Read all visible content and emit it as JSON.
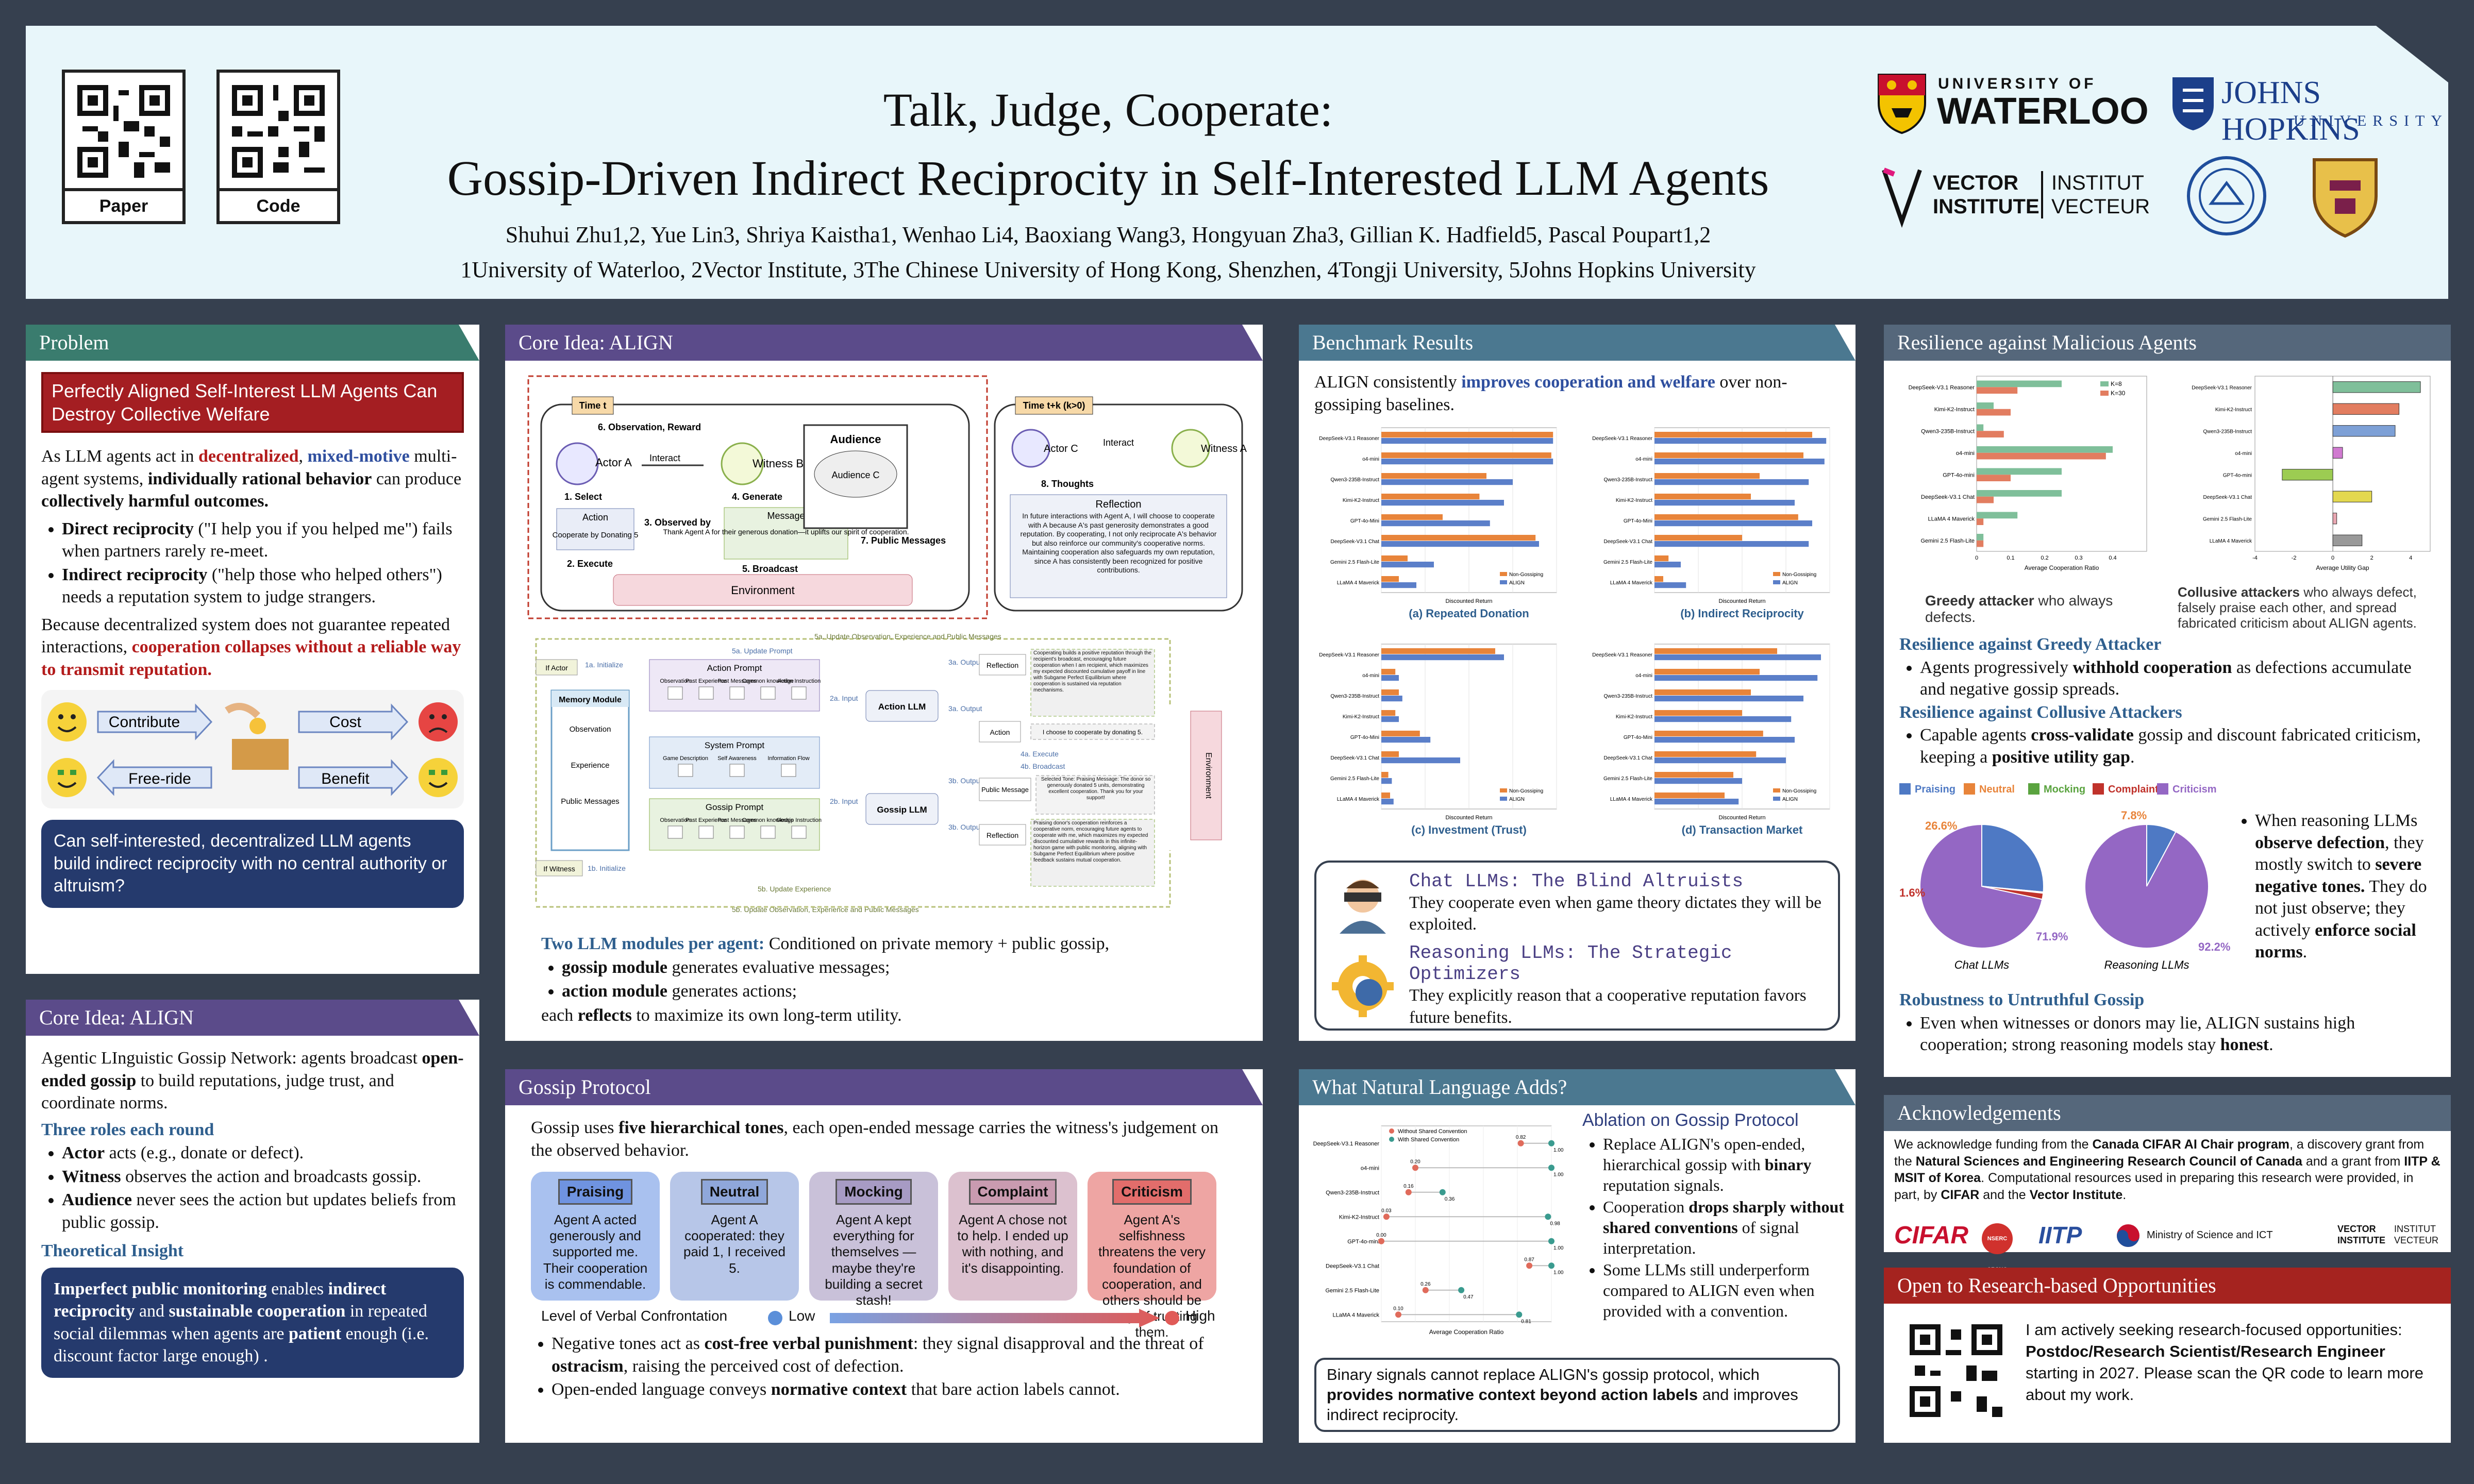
{
  "header": {
    "qr": [
      {
        "caption": "Paper"
      },
      {
        "caption": "Code"
      }
    ],
    "title_line1": "Talk, Judge, Cooperate:",
    "title_line2": "Gossip-Driven Indirect Reciprocity in Self-Interested LLM Agents",
    "authors": "Shuhui Zhu1,2, Yue Lin3, Shriya Kaistha1, Wenhao Li4, Baoxiang Wang3, Hongyuan Zha3, Gillian K. Hadfield5, Pascal Poupart1,2",
    "affiliations": "1University of Waterloo, 2Vector Institute, 3The Chinese University of Hong Kong, Shenzhen, 4Tongji University, 5Johns Hopkins University",
    "logos": {
      "waterloo_small": "UNIVERSITY OF",
      "waterloo_big": "WATERLOO",
      "jhu_big": "JOHNS HOPKINS",
      "jhu_small": "UNIVERSITY",
      "vector_en": "VECTOR\nINSTITUTE",
      "vector_fr": "INSTITUT\nVECTEUR"
    }
  },
  "problem": {
    "title": "Problem",
    "banner": "Perfectly Aligned Self-Interest LLM Agents Can Destroy Collective Welfare",
    "intro_a": "As LLM agents act in ",
    "intro_decentralized": "decentralized",
    "intro_b": ", ",
    "intro_mixed": "mixed-motive",
    "intro_c": " multi-agent systems, ",
    "intro_bold1": "individually rational behavior",
    "intro_d": " can produce ",
    "intro_bold2": "collectively harmful outcomes.",
    "bullet1_bold": "Direct reciprocity",
    "bullet1_text": " (\"I help you if you helped me\") fails when partners rarely re-meet.",
    "bullet2_bold": "Indirect reciprocity",
    "bullet2_text": " (\"help those who helped others\") needs a reputation system to judge strangers.",
    "tail_a": "Because decentralized system does not guarantee repeated interactions, ",
    "tail_red": "cooperation collapses without a reliable way to transmit reputation.",
    "diagram": {
      "contribute": "Contribute",
      "cost": "Cost",
      "freeride": "Free-ride",
      "benefit": "Benefit"
    },
    "question": "Can self-interested, decentralized LLM agents build indirect reciprocity with no central authority or altruism?"
  },
  "align_left": {
    "title": "Core Idea: ALIGN",
    "intro_a": "Agentic LInguistic Gossip Network: agents broadcast ",
    "intro_bold": "open-ended gossip",
    "intro_b": " to build reputations, judge trust, and coordinate norms.",
    "roles_heading": "Three roles each round",
    "roles": [
      {
        "bold": "Actor",
        "text": " acts (e.g., donate or defect)."
      },
      {
        "bold": "Witness",
        "text": " observes the action and broadcasts gossip."
      },
      {
        "bold": "Audience",
        "text": " never sees the action but updates beliefs from public gossip."
      }
    ],
    "insight_heading": "Theoretical Insight",
    "insight_b1": "Imperfect public monitoring",
    "insight_t1": " enables ",
    "insight_b2": "indirect reciprocity",
    "insight_t2": " and ",
    "insight_b3": "sustainable cooperation",
    "insight_t3": " in repeated social dilemmas when agents are ",
    "insight_b4": "patient",
    "insight_t4": " enough (i.e. discount factor large enough) ."
  },
  "align_center": {
    "title": "Core Idea: ALIGN",
    "fig_top": {
      "time1": "Time t",
      "time2": "Time t+k (k>0)",
      "obs_reward": "6. Observation, Reward",
      "actor_a": "Actor A",
      "interact": "Interact",
      "witness_b": "Witness B",
      "select": "1. Select",
      "observed_by": "3. Observed by",
      "generate": "4. Generate",
      "action": "Action",
      "action_text": "Cooperate by Donating 5",
      "message": "Message",
      "message_text": "Thank Agent A for their generous donation—it uplifts our spirit of cooperation.",
      "execute": "2. Execute",
      "broadcast": "5. Broadcast",
      "environment": "Environment",
      "audience": "Audience",
      "audience_c": "Audience C",
      "public_messages": "7. Public Messages",
      "actor_c": "Actor C",
      "witness_a": "Witness A",
      "thoughts": "8. Thoughts",
      "reflection": "Reflection",
      "reflection_text": "In future interactions with Agent A, I will choose to cooperate with A because A's past generosity demonstrates a good reputation. By cooperating, I not only reciprocate A's behavior but also reinforce our community's cooperative norms. Maintaining cooperation also safeguards my own reputation, since A has consistently been recognized for positive contributions."
    },
    "fig_bottom": {
      "top_loop": "5a. Update Observation, Experience and Public Messages",
      "update_prompt": "5a. Update Prompt",
      "if_actor": "If Actor",
      "init1": "1a. Initialize",
      "memory_module": "Memory Module",
      "observation": "Observation",
      "experience": "Experience",
      "public_messages": "Public Messages",
      "action_prompt": "Action Prompt",
      "system_prompt": "System Prompt",
      "gossip_prompt": "Gossip Prompt",
      "action_llm": "Action LLM",
      "gossip_llm": "Gossip LLM",
      "input2a": "2a. Input",
      "input2b": "2b. Input",
      "output3a": "3a. Output",
      "output3b": "3b. Output",
      "reflection": "Reflection",
      "action": "Action",
      "action_text": "I choose to cooperate by donating 5.",
      "execute": "4a. Execute",
      "broadcast": "4b. Broadcast",
      "public_message": "Public Message",
      "public_message_text": "Selected Tone: Praising Message: The donor so generously donated 5 units, demonstrating excellent cooperation. Thank you for your support!",
      "if_witness": "If Witness",
      "init2": "1b. Initialize",
      "bottom_loop": "5b. Update Experience",
      "bottom_loop2": "5b. Update Observation, Experience and Public Messages",
      "environment": "Environment",
      "cols": [
        "Observation",
        "Past Experience",
        "Past Messages",
        "Common knowledge",
        "Action Instruction"
      ],
      "sys_cols": [
        "Game Description",
        "Self Awareness",
        "Information Flow"
      ],
      "gossip_cols": [
        "Observation",
        "Past Experience",
        "Past Messages",
        "Common knowledge",
        "Gossip Instruction"
      ],
      "refl_text1": "Cooperating builds a positive reputation through the recipient's broadcast, encouraging future cooperation when I am recipient, which maximizes my expected discounted cumulative payoff in line with Subgame Perfect Equilibrium where cooperation is sustained via reputation mechanisms.",
      "refl_text2": "Praising donor's cooperation reinforces a cooperative norm, encouraging future agents to cooperate with me, which maximizes my expected discounted cumulative rewards in this infinite-horizon game with public monitoring, aligning with Subgame Perfect Equilibrium where positive feedback sustains mutual cooperation."
    },
    "modules_heading": "Two LLM modules per agent:",
    "modules_text": " Conditioned on private memory + public gossip,",
    "mod1_bold": "gossip module",
    "mod1_text": " generates evaluative messages;",
    "mod2_bold": "action module",
    "mod2_text": " generates actions;",
    "each_a": "each ",
    "each_bold": "reflects",
    "each_b": " to maximize its own long-term utility."
  },
  "gossip": {
    "title": "Gossip Protocol",
    "intro_a": "Gossip uses ",
    "intro_bold": "five hierarchical tones",
    "intro_b": ", each open-ended message carries the witness's judgement on the observed behavior.",
    "tones": [
      {
        "name": "Praising",
        "text": "Agent A acted generously and supported me. Their cooperation is commendable.",
        "color": "#a9c1ef",
        "head": "#6f93e0"
      },
      {
        "name": "Neutral",
        "text": "Agent A cooperated: they paid 1, I received 5.",
        "color": "#b7c6e8",
        "head": "#8fa7da"
      },
      {
        "name": "Mocking",
        "text": "Agent A kept everything for themselves — maybe they're building a secret stash!",
        "color": "#c9c1d9",
        "head": "#a79bc4"
      },
      {
        "name": "Complaint",
        "text": "Agent A chose not to help. I ended up with nothing, and it's disappointing.",
        "color": "#dcc1cf",
        "head": "#c99bb0"
      },
      {
        "name": "Criticism",
        "text": "Agent A's selfishness threatens the very foundation of cooperation, and others should be wary of trusting them.",
        "color": "#eea5a3",
        "head": "#e26d6b"
      }
    ],
    "scale_label": "Level of Verbal Confrontation",
    "low": "Low",
    "high": "High",
    "b1_a": "Negative tones act as ",
    "b1_bold": "cost-free verbal punishment",
    "b1_b": ": they signal disapproval and the threat of ",
    "b1_bold2": "ostracism",
    "b1_c": ", raising the perceived cost of defection.",
    "b2_a": "Open-ended language conveys ",
    "b2_bold": "normative context",
    "b2_b": " that bare action labels cannot."
  },
  "benchmark": {
    "title": "Benchmark Results",
    "intro_a": "ALIGN consistently ",
    "intro_blue": "improves cooperation and welfare",
    "intro_b": " over non-gossiping baselines.",
    "models": [
      "DeepSeek-V3.1 Reasoner",
      "o4-mini",
      "Qwen3-235B-Instruct",
      "Kimi-K2-Instruct",
      "GPT-4o-Mini",
      "DeepSeek-V3.1 Chat",
      "Gemini 2.5 Flash-Lite",
      "LLaMA 4 Maverick"
    ],
    "xlabel": "Discounted Return",
    "legend": [
      "Non-Gossiping",
      "ALIGN"
    ],
    "subplots": [
      {
        "caption": "(a) Repeated Donation",
        "non": [
          0.98,
          0.97,
          0.6,
          0.56,
          0.35,
          0.88,
          0.15,
          0.1
        ],
        "align": [
          0.98,
          0.98,
          0.75,
          0.7,
          0.62,
          0.9,
          0.3,
          0.2
        ]
      },
      {
        "caption": "(b) Indirect Reciprocity",
        "non": [
          0.9,
          0.85,
          0.6,
          0.55,
          0.82,
          0.5,
          0.08,
          0.05
        ],
        "align": [
          0.98,
          0.97,
          0.88,
          0.8,
          0.9,
          0.88,
          0.15,
          0.18
        ]
      },
      {
        "caption": "(c) Investment (Trust)",
        "non": [
          0.65,
          0.08,
          0.1,
          0.08,
          0.22,
          0.1,
          0.04,
          0.05
        ],
        "align": [
          0.7,
          0.1,
          0.12,
          0.1,
          0.28,
          0.45,
          0.06,
          0.07
        ]
      },
      {
        "caption": "(d) Transaction Market",
        "non": [
          0.7,
          0.6,
          0.55,
          0.5,
          0.62,
          0.58,
          0.45,
          0.4
        ],
        "align": [
          0.95,
          0.93,
          0.85,
          0.78,
          0.8,
          0.75,
          0.5,
          0.48
        ]
      }
    ],
    "chat_title": "Chat LLMs: The Blind Altruists",
    "chat_text": "They cooperate even when game theory dictates they will be exploited.",
    "reason_title": "Reasoning LLMs: The Strategic Optimizers",
    "reason_text": "They explicitly reason that a cooperative reputation favors future benefits."
  },
  "natural": {
    "title": "What Natural Language Adds?",
    "models": [
      "DeepSeek-V3.1 Reasoner",
      "o4-mini",
      "Qwen3-235B-Instruct",
      "Kimi-K2-Instruct",
      "GPT-4o-mini",
      "DeepSeek-V3.1 Chat",
      "Gemini 2.5 Flash-Lite",
      "LLaMA 4 Maverick"
    ],
    "without": [
      0.82,
      0.2,
      0.16,
      0.03,
      0.0,
      0.87,
      0.26,
      0.1
    ],
    "with": [
      1.0,
      1.0,
      0.36,
      0.98,
      1.0,
      1.0,
      0.47,
      0.81
    ],
    "labels_without": [
      "0.82",
      "0.20",
      "0.16",
      "0.03",
      "0.00",
      "0.87",
      "0.26",
      "0.10"
    ],
    "labels_with": [
      "1.00",
      "1.00",
      "0.36",
      "0.98",
      "1.00",
      "1.00",
      "0.47",
      "0.81"
    ],
    "legend": [
      "Without Shared Convention",
      "With Shared Convention"
    ],
    "xlabel": "Average Cooperation Ratio",
    "ablation_title": "Ablation on Gossip Protocol",
    "b1_a": "Replace ALIGN's open-ended, hierarchical gossip with ",
    "b1_bold": "binary",
    "b1_b": " reputation signals.",
    "b2_a": "Cooperation ",
    "b2_bold": "drops sharply without shared conventions",
    "b2_b": " of signal interpretation.",
    "b3": "Some LLMs still underperform compared to ALIGN even when provided with a convention.",
    "box_a": "Binary signals cannot replace ALIGN's gossip protocol, which ",
    "box_bold": "provides normative context beyond action labels",
    "box_b": " and improves indirect reciprocity."
  },
  "resilience": {
    "title": "Resilience against Malicious Agents",
    "models": [
      "DeepSeek-V3.1 Reasoner",
      "Kimi-K2-Instruct",
      "Qwen3-235B-Instruct",
      "o4-mini",
      "GPT-4o-mini",
      "DeepSeek-V3.1 Chat",
      "LLaMA 4 Maverick",
      "Gemini 2.5 Flash-Lite"
    ],
    "coop_k8": [
      0.25,
      0.05,
      0.02,
      0.4,
      0.25,
      0.25,
      0.12,
      0.02
    ],
    "coop_k30": [
      0.12,
      0.1,
      0.08,
      0.38,
      0.1,
      0.05,
      0.02,
      0.02
    ],
    "legend": [
      "K=8",
      "K=30"
    ],
    "coop_xlabel": "Average Cooperation Ratio",
    "gap_models": [
      "DeepSeek-V3.1 Reasoner",
      "Kimi-K2-Instruct",
      "Qwen3-235B-Instruct",
      "o4-mini",
      "GPT-4o-mini",
      "DeepSeek-V3.1 Chat",
      "Gemini 2.5 Flash-Lite",
      "LLaMA 4 Maverick"
    ],
    "gap_values": [
      4.5,
      3.4,
      3.2,
      0.5,
      -2.6,
      2.0,
      0.2,
      1.5
    ],
    "gap_colors": [
      "#7fbf9a",
      "#e27d60",
      "#7da0d6",
      "#d07ad0",
      "#9ccc52",
      "#e3d84f",
      "#e8a6b0",
      "#999999"
    ],
    "gap_xlabel": "Average Utility Gap",
    "greedy_caption_bold": "Greedy attacker",
    "greedy_caption": " who always defects.",
    "collusive_caption_bold": "Collusive attackers",
    "collusive_caption": " who always defect, falsely praise each other, and spread fabricated criticism about ALIGN agents.",
    "greedy_heading": "Resilience against Greedy Attacker",
    "greedy_a": "Agents progressively ",
    "greedy_bold": "withhold cooperation",
    "greedy_b": " as defections accumulate and negative gossip spreads.",
    "collusive_heading": "Resilience against Collusive Attackers",
    "collusive_a": "Capable agents ",
    "collusive_bold": "cross-validate",
    "collusive_b": " gossip and discount fabricated criticism, keeping a ",
    "collusive_bold2": "positive utility gap",
    "pie_legend": [
      {
        "name": "Praising",
        "color": "#4e79c4"
      },
      {
        "name": "Neutral",
        "color": "#e8843a"
      },
      {
        "name": "Mocking",
        "color": "#5aa33f"
      },
      {
        "name": "Complaint",
        "color": "#c0322b"
      },
      {
        "name": "Criticism",
        "color": "#9467c4"
      }
    ],
    "pie_chat": {
      "label": "Chat LLMs",
      "slices": [
        26.6,
        0.2,
        0.1,
        1.6,
        71.9
      ],
      "labels": [
        "26.6%",
        "1.6%",
        "71.9%"
      ]
    },
    "pie_reason": {
      "label": "Reasoning LLMs",
      "slices": [
        7.8,
        0.0,
        0.0,
        0.0,
        92.2
      ],
      "labels": [
        "7.8%",
        "92.2%"
      ]
    },
    "defect_a": "When reasoning LLMs ",
    "defect_bold1": "observe defection",
    "defect_b": ", they mostly switch to ",
    "defect_bold2": "severe negative tones.",
    "defect_c": " They do not just observe; they actively ",
    "defect_bold3": "enforce social norms",
    "untruthful_heading": "Robustness to Untruthful Gossip",
    "untruthful_a": "Even when witnesses or donors may lie, ALIGN sustains high cooperation; strong reasoning models stay ",
    "untruthful_bold": "honest"
  },
  "ack": {
    "title": "Acknowledgements",
    "t1": "We acknowledge funding from the ",
    "b1": "Canada CIFAR AI Chair program",
    "t2": ", a discovery grant from the ",
    "b2": "Natural Sciences and Engineering Research Council of Canada",
    "t3": " and a grant from ",
    "b3": "IITP & MSIT of Korea",
    "t4": ". Computational resources used in preparing this research were provided, in part, by ",
    "b4": "CIFAR",
    "t5": " and the ",
    "b5": "Vector Institute",
    "logos": [
      "CIFAR",
      "NSERC CRSNG",
      "IITP",
      "Ministry of Science and ICT",
      "VECTOR INSTITUTE",
      "INSTITUT VECTEUR"
    ]
  },
  "opportunity": {
    "title": "Open to Research-based Opportunities",
    "t1": "I am actively seeking research-focused opportunities: ",
    "bold": "Postdoc/Research Scientist/Research Engineer",
    "t2": " starting in 2027. Please scan the QR code to learn more about my work."
  }
}
